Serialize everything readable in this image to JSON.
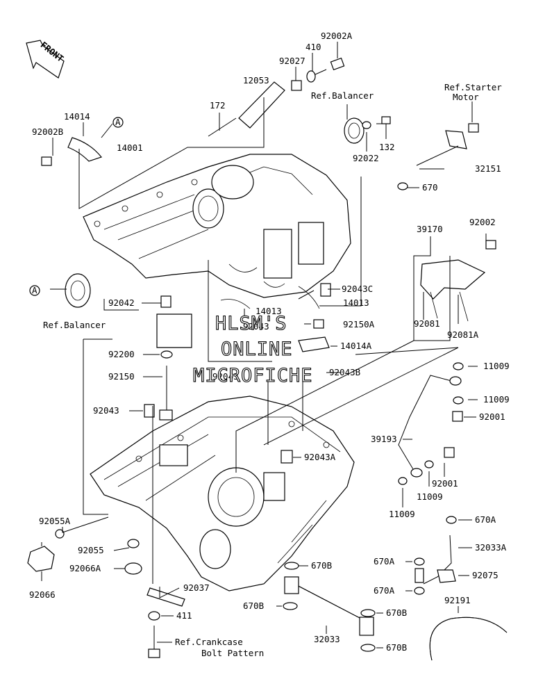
{
  "front_arrow": "FRONT",
  "watermark": [
    "HLSM'S",
    "ONLINE",
    "MICROFICHE"
  ],
  "labels": {
    "p92002A": "92002A",
    "p410": "410",
    "p92027": "92027",
    "p12053": "12053",
    "p172": "172",
    "refBalancerTop": "Ref.Balancer",
    "p132": "132",
    "p92022": "92022",
    "refStarter1": "Ref.Starter",
    "refStarter2": "Motor",
    "p14014": "14014",
    "p92002B": "92002B",
    "p14001": "14001",
    "p32151": "32151",
    "p670": "670",
    "p39170": "39170",
    "p92002": "92002",
    "p92081": "92081",
    "p92081A": "92081A",
    "refBalancerLeft": "Ref.Balancer",
    "p92042": "92042",
    "p14013L": "14013",
    "p14013R": "14013",
    "p92043C": "92043C",
    "p92043Top": "92043",
    "p92150A": "92150A",
    "p14014A": "14014A",
    "p92200": "92200",
    "p92150": "92150",
    "p92043Mid": "92043",
    "p92043B": "92043B",
    "p11009a": "11009",
    "p11009b": "11009",
    "p92001a": "92001",
    "p92043Left": "92043",
    "p39193": "39193",
    "p92043A": "92043A",
    "p92001b": "92001",
    "p11009c": "11009",
    "p11009d": "11009",
    "p92055A": "92055A",
    "p670A1": "670A",
    "p32033A": "32033A",
    "p92055": "92055",
    "p92066A": "92066A",
    "p670B1": "670B",
    "p670A2": "670A",
    "p92075": "92075",
    "p670A3": "670A",
    "p92037": "92037",
    "p92066": "92066",
    "p411": "411",
    "p670B2": "670B",
    "p670B3": "670B",
    "p92191": "92191",
    "refCrank1": "Ref.Crankcase",
    "refCrank2": "Bolt Pattern",
    "p32033": "32033",
    "p670B4": "670B",
    "circleA": "A"
  }
}
